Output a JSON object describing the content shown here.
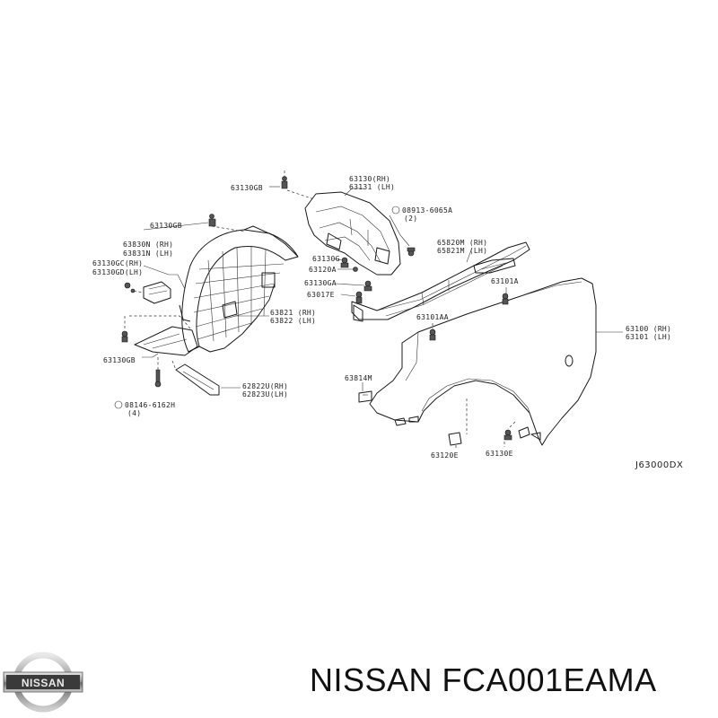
{
  "diagram": {
    "code": "J63000DX",
    "labels": [
      {
        "id": "c63130gb_top",
        "text": "63130GB"
      },
      {
        "id": "c63130gb_2",
        "text": "63130GB"
      },
      {
        "id": "c63830n_rh",
        "text": "63830N (RH)"
      },
      {
        "id": "c63831n_lh",
        "text": "63831N (LH)"
      },
      {
        "id": "c63130gc_rh",
        "text": "63130GC(RH)"
      },
      {
        "id": "c63130gd_lh",
        "text": "63130GD(LH)"
      },
      {
        "id": "c63821_rh",
        "text": "63821 (RH)"
      },
      {
        "id": "c63822_lh",
        "text": "63822 (LH)"
      },
      {
        "id": "c63130gb_3",
        "text": "63130GB"
      },
      {
        "id": "c62822u_rh",
        "text": "62822U(RH)"
      },
      {
        "id": "c62823u_lh",
        "text": "62823U(LH)"
      },
      {
        "id": "c08146",
        "text": "08146-6162H"
      },
      {
        "id": "c08146_qty",
        "text": "(4)"
      },
      {
        "id": "c63130_rh",
        "text": "63130(RH)"
      },
      {
        "id": "c63131_lh",
        "text": "63131 (LH)"
      },
      {
        "id": "c08913",
        "text": "08913-6065A"
      },
      {
        "id": "c08913_qty",
        "text": "(2)"
      },
      {
        "id": "c65820m_rh",
        "text": "65820M (RH)"
      },
      {
        "id": "c65821m_lh",
        "text": "65821M (LH)"
      },
      {
        "id": "c63130g",
        "text": "63130G"
      },
      {
        "id": "c63120a",
        "text": "63120A"
      },
      {
        "id": "c63130ga",
        "text": "63130GA"
      },
      {
        "id": "c63017e",
        "text": "63017E"
      },
      {
        "id": "c63101a",
        "text": "63101A"
      },
      {
        "id": "c63101aa",
        "text": "63101AA"
      },
      {
        "id": "c63100_rh",
        "text": "63100 (RH)"
      },
      {
        "id": "c63101_lh",
        "text": "63101 (LH)"
      },
      {
        "id": "c63814m",
        "text": "63814M"
      },
      {
        "id": "c63120e",
        "text": "63120E"
      },
      {
        "id": "c63130e",
        "text": "63130E"
      }
    ]
  },
  "brand": {
    "logo_text": "NISSAN",
    "part_number": "NISSAN FCA001EAMA"
  }
}
